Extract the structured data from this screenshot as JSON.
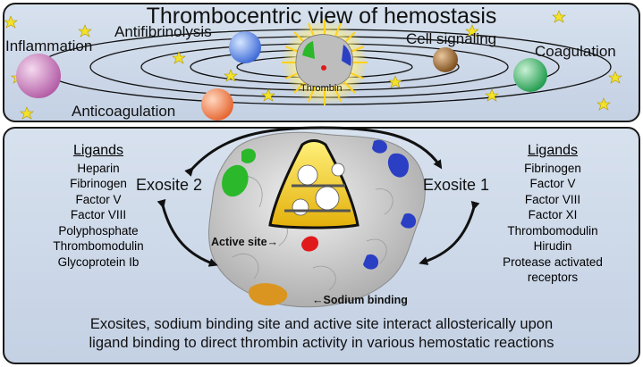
{
  "title": "Thrombocentric view of hemostasis",
  "planets": {
    "inflammation": "Inflammation",
    "antifibrinolysis": "Antifibrinolysis",
    "anticoagulation": "Anticoagulation",
    "cell_signaling": "Cell signaling",
    "coagulation": "Coagulation"
  },
  "center_label": "Thrombin",
  "left_ligands": {
    "heading": "Ligands",
    "items": [
      "Heparin",
      "Fibrinogen",
      "Factor V",
      "Factor VIII",
      "Polyphosphate",
      "Thrombomodulin",
      "Glycoprotein Ib"
    ]
  },
  "right_ligands": {
    "heading": "Ligands",
    "items": [
      "Fibrinogen",
      "Factor V",
      "Factor VIII",
      "Factor XI",
      "Thrombomodulin",
      "Hirudin",
      "Protease activated",
      "receptors"
    ]
  },
  "exosite_2": "Exosite 2",
  "exosite_1": "Exosite 1",
  "active_site": "Active site→",
  "sodium_binding": "←Sodium binding",
  "caption": {
    "line1": "Exosites, sodium binding site and active site interact allosterically upon",
    "line2": "ligand binding to direct thrombin activity in various hemostatic reactions"
  },
  "colors": {
    "panel": "#c9d5e6",
    "exosite_1": "#2a3fc4",
    "exosite_2": "#2bb82b",
    "active_site": "#e01a1a",
    "sodium_site": "#d9951f",
    "star": "#f2e22a"
  }
}
